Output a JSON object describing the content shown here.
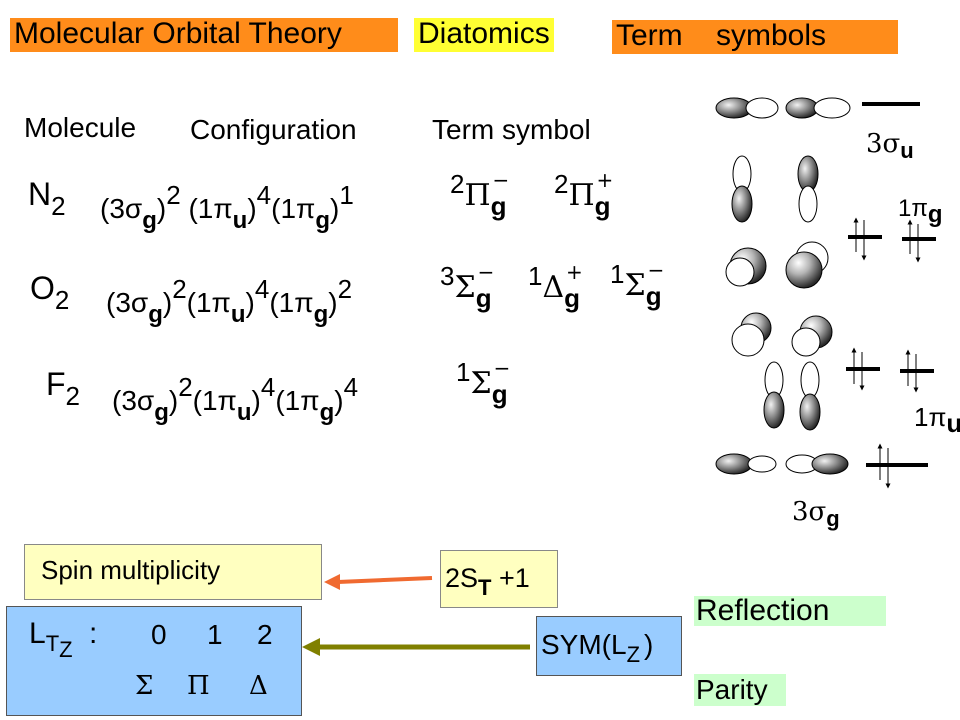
{
  "headers": {
    "mo_theory": "Molecular Orbital Theory",
    "diatomics": "Diatomics",
    "term_symbols": "Term    symbols"
  },
  "columns": {
    "molecule": "Molecule",
    "configuration": "Configuration",
    "term_symbol": "Term symbol"
  },
  "rows": [
    {
      "atom": "N",
      "subscript": "2",
      "config": [
        "2",
        "4",
        "1"
      ],
      "terms": [
        {
          "mult": "2",
          "sym": "Π",
          "par": "g",
          "refl": "−"
        },
        {
          "mult": "2",
          "sym": "Π",
          "par": "g",
          "refl": "+"
        }
      ]
    },
    {
      "atom": "O",
      "subscript": "2",
      "config": [
        "2",
        "4",
        "2"
      ],
      "terms": [
        {
          "mult": "3",
          "sym": "Σ",
          "par": "g",
          "refl": "−"
        },
        {
          "mult": "1",
          "sym": "Δ",
          "par": "g",
          "refl": "+"
        },
        {
          "mult": "1",
          "sym": "Σ",
          "par": "g",
          "refl": "−"
        }
      ]
    },
    {
      "atom": "F",
      "subscript": "2",
      "config": [
        "2",
        "4",
        "4"
      ],
      "terms": [
        {
          "mult": "1",
          "sym": "Σ",
          "par": "g",
          "refl": "−"
        }
      ]
    }
  ],
  "config_parts": {
    "sigma_g": "(3σ",
    "g": "g",
    "pi_u": "(1π",
    "u": "u",
    "pi_g": "(1π",
    "close": ")"
  },
  "diagram": {
    "sigma_u": "3σ",
    "sigma_u_sub": "u",
    "pi_g": "1π",
    "pi_g_sub": "g",
    "pi_u": "1π",
    "pi_u_sub": "u",
    "sigma_g": "3σ",
    "sigma_g_sub": "g"
  },
  "legend": {
    "spin_multiplicity": "Spin multiplicity",
    "formula_pre": "2S",
    "formula_sub": "T",
    "formula_post": " +1",
    "lt_label": "L",
    "lt_sub1": "T",
    "lt_sub2": "Z",
    "lt_colon": ":",
    "lt_values": [
      "0",
      "1",
      "2"
    ],
    "lt_symbols": [
      "Σ",
      "Π",
      "Δ"
    ],
    "sym_label": "SYM(L",
    "sym_sub": "Z",
    "sym_close": ")",
    "reflection": "Reflection",
    "parity": "Parity"
  },
  "colors": {
    "orange": "#FF8C1A",
    "yellow": "#FFFF33",
    "light_yellow": "#FFFFC0",
    "light_blue": "#99CCFF",
    "light_green": "#CCFFCC",
    "arrow_orange": "#F06A30",
    "arrow_olive": "#808000"
  }
}
